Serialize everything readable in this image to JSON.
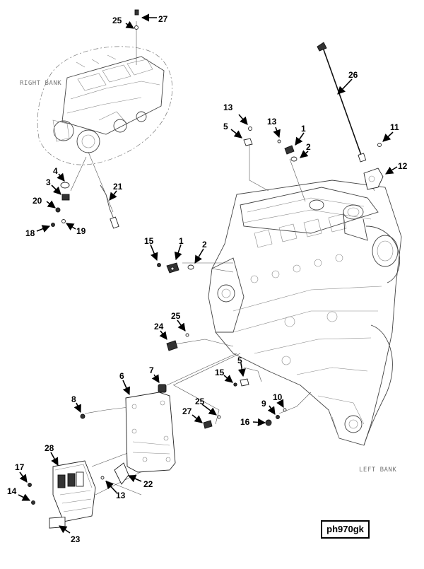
{
  "labels": {
    "right_bank": "RIGHT BANK",
    "left_bank": "LEFT BANK"
  },
  "reference_code": "ph970gk",
  "callouts": [
    {
      "id": "c-25a",
      "num": "25"
    },
    {
      "id": "c-27a",
      "num": "27"
    },
    {
      "id": "c-26",
      "num": "26"
    },
    {
      "id": "c-13a",
      "num": "13"
    },
    {
      "id": "c-5a",
      "num": "5"
    },
    {
      "id": "c-13b",
      "num": "13"
    },
    {
      "id": "c-1a",
      "num": "1"
    },
    {
      "id": "c-2a",
      "num": "2"
    },
    {
      "id": "c-11",
      "num": "11"
    },
    {
      "id": "c-12",
      "num": "12"
    },
    {
      "id": "c-4",
      "num": "4"
    },
    {
      "id": "c-3",
      "num": "3"
    },
    {
      "id": "c-21",
      "num": "21"
    },
    {
      "id": "c-20",
      "num": "20"
    },
    {
      "id": "c-18",
      "num": "18"
    },
    {
      "id": "c-19",
      "num": "19"
    },
    {
      "id": "c-15a",
      "num": "15"
    },
    {
      "id": "c-1b",
      "num": "1"
    },
    {
      "id": "c-2b",
      "num": "2"
    },
    {
      "id": "c-25b",
      "num": "25"
    },
    {
      "id": "c-24",
      "num": "24"
    },
    {
      "id": "c-6",
      "num": "6"
    },
    {
      "id": "c-7",
      "num": "7"
    },
    {
      "id": "c-5b",
      "num": "5"
    },
    {
      "id": "c-15b",
      "num": "15"
    },
    {
      "id": "c-8",
      "num": "8"
    },
    {
      "id": "c-25c",
      "num": "25"
    },
    {
      "id": "c-27b",
      "num": "27"
    },
    {
      "id": "c-10",
      "num": "10"
    },
    {
      "id": "c-9",
      "num": "9"
    },
    {
      "id": "c-16",
      "num": "16"
    },
    {
      "id": "c-28",
      "num": "28"
    },
    {
      "id": "c-17",
      "num": "17"
    },
    {
      "id": "c-22",
      "num": "22"
    },
    {
      "id": "c-13c",
      "num": "13"
    },
    {
      "id": "c-14",
      "num": "14"
    },
    {
      "id": "c-23",
      "num": "23"
    }
  ]
}
